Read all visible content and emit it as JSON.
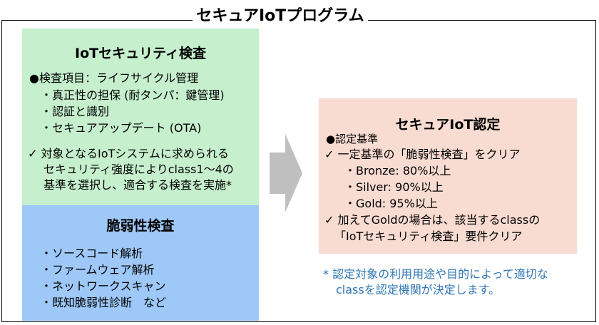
{
  "title": "セキュアIoTプログラム",
  "iot_security_test": {
    "title": "IoTセキュリティ検査",
    "items_heading": "●検査項目：ライフサイクル管理",
    "items": [
      "・真正性の担保 (耐タンパ：鍵管理)",
      "・認証と識別",
      "・セキュアアップデート (OTA)"
    ],
    "note_lines": [
      "✓ 対象となるIoTシステムに求められる",
      "セキュリティ強度によりclass1～4の",
      "基準を選択し、適合する検査を実施*"
    ]
  },
  "vulnerability_test": {
    "title": "脆弱性検査",
    "items": [
      "・ソースコード解析",
      "・ファームウェア解析",
      "・ネットワークスキャン",
      "・既知脆弱性診断　など"
    ]
  },
  "certification": {
    "title": "セキュアIoT認定",
    "criteria_heading": "●認定基準",
    "line1": "✓ 一定基準の「脆弱性検査」をクリア",
    "levels": [
      "・Bronze: 80%以上",
      "・Silver: 90%以上",
      "・Gold: 95%以上"
    ],
    "line2a": "✓ 加えてGoldの場合は、該当するclassの",
    "line2b": "「IoTセキュリティ検査」要件クリア"
  },
  "footnote": [
    "* 認定対象の利用用途や目的によって適切な",
    "classを認定機関が決定します。"
  ],
  "colors": {
    "green": "#c6efce",
    "blue": "#9dc8f7",
    "pink": "#f8dcd2",
    "arrow": "#bfbfbf",
    "note": "#2e75b6"
  }
}
